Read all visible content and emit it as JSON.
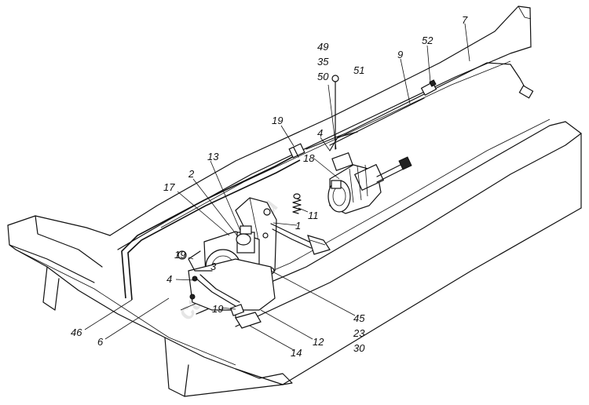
{
  "watermark": "carmaniya.ru",
  "callouts": [
    {
      "id": "c7",
      "text": "7"
    },
    {
      "id": "c52",
      "text": "52"
    },
    {
      "id": "c9",
      "text": "9"
    },
    {
      "id": "c49",
      "text": "49"
    },
    {
      "id": "c35",
      "text": "35"
    },
    {
      "id": "c50",
      "text": "50"
    },
    {
      "id": "c51",
      "text": "51"
    },
    {
      "id": "c19a",
      "text": "19"
    },
    {
      "id": "c4a",
      "text": "4"
    },
    {
      "id": "c18",
      "text": "18"
    },
    {
      "id": "c13",
      "text": "13"
    },
    {
      "id": "c2",
      "text": "2"
    },
    {
      "id": "c17",
      "text": "17"
    },
    {
      "id": "c11",
      "text": "11"
    },
    {
      "id": "c1",
      "text": "1"
    },
    {
      "id": "c19b",
      "text": "19"
    },
    {
      "id": "c3",
      "text": "3"
    },
    {
      "id": "c4b",
      "text": "4"
    },
    {
      "id": "c19c",
      "text": "19"
    },
    {
      "id": "c46",
      "text": "46"
    },
    {
      "id": "c6",
      "text": "6"
    },
    {
      "id": "c12",
      "text": "12"
    },
    {
      "id": "c14",
      "text": "14"
    },
    {
      "id": "c45",
      "text": "45"
    },
    {
      "id": "c23",
      "text": "23"
    },
    {
      "id": "c30",
      "text": "30"
    }
  ]
}
